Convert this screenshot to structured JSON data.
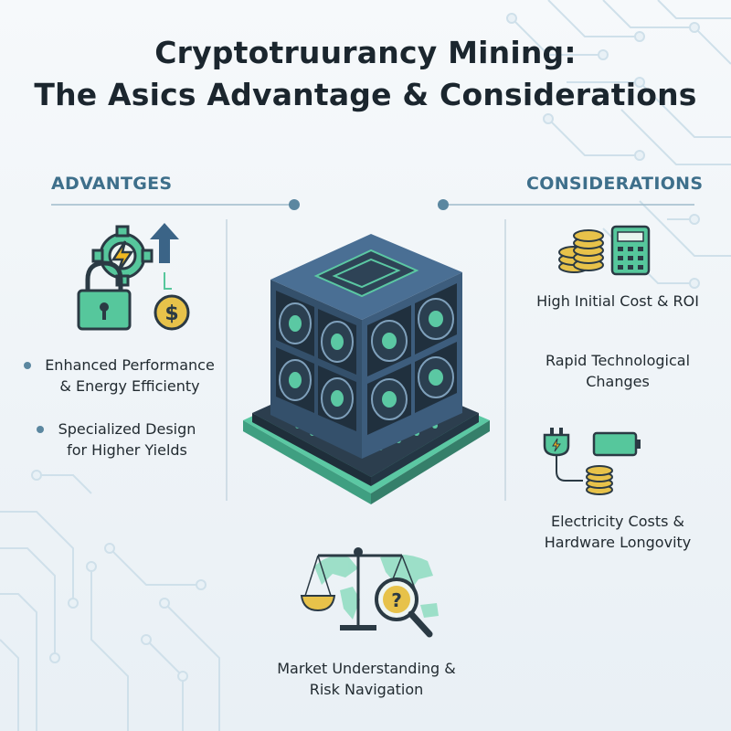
{
  "title": {
    "line1": "Cryptotruurancy Mining:",
    "line2": "The Asics Advantage & Considerations"
  },
  "advantages": {
    "heading": "ADVANTGES",
    "items": [
      {
        "line1": "Enhanced Performance",
        "line2": "& Energy Efficienty"
      },
      {
        "line1": "Specialized Design",
        "line2": "for Higher Yields"
      }
    ]
  },
  "considerations": {
    "heading": "CONSIDERATIONS",
    "items": [
      {
        "line1": "High Initial Cost & ROI"
      },
      {
        "line1": "Rapid Technological",
        "line2": "Changes"
      },
      {
        "line1": "Electricity Costs &",
        "line2": "Hardware Longovity"
      }
    ]
  },
  "bottom": {
    "line1": "Market Understanding &",
    "line2": "Risk Navigation"
  },
  "colors": {
    "accent_teal": "#5bc8a3",
    "heading_blue": "#3e6f8b",
    "gold": "#e7c24a",
    "miner_dark": "#2e4356",
    "miner_blue": "#4a6f94"
  },
  "icons": {
    "advantages": [
      "gear-icon",
      "lightning-icon",
      "up-arrow-icon",
      "padlock-icon",
      "dollar-coin-icon"
    ],
    "cost": [
      "coin-stack-icon",
      "calculator-icon"
    ],
    "electricity": [
      "power-plug-icon",
      "battery-icon",
      "coin-stack-icon"
    ],
    "market": [
      "world-map-icon",
      "balance-scale-icon",
      "magnifier-question-icon"
    ]
  }
}
